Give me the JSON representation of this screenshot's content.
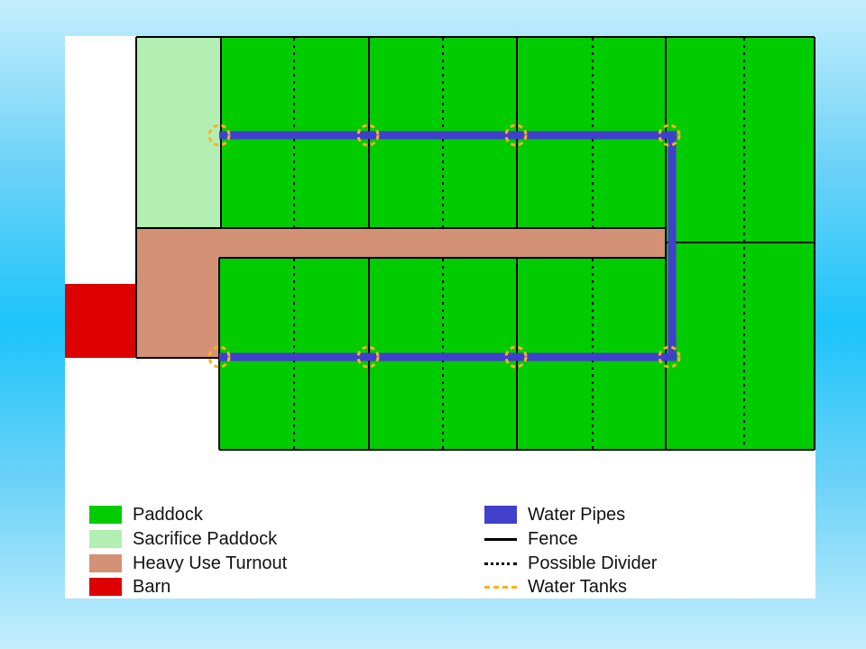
{
  "colors": {
    "paddock": "#00cc00",
    "sacrifice_paddock": "#b3eeb3",
    "heavy_use_turnout": "#d39275",
    "barn": "#dd0000",
    "water_pipes": "#4040cc",
    "fence": "#000000",
    "possible_divider": "#000000",
    "water_tanks": "#ffb020"
  },
  "legend": {
    "paddock": {
      "label": "Paddock",
      "icon": "green-swatch"
    },
    "sacrifice_paddock": {
      "label": "Sacrifice Paddock",
      "icon": "light-green-swatch"
    },
    "heavy_use_turnout": {
      "label": "Heavy Use Turnout",
      "icon": "tan-swatch"
    },
    "barn": {
      "label": "Barn",
      "icon": "red-swatch"
    },
    "water_pipes": {
      "label": "Water Pipes",
      "icon": "blue-swatch"
    },
    "fence": {
      "label": "Fence",
      "icon": "solid-line"
    },
    "possible_divider": {
      "label": "Possible Divider",
      "icon": "dotted-line"
    },
    "water_tanks": {
      "label": "Water Tanks",
      "icon": "dashed-line"
    }
  }
}
